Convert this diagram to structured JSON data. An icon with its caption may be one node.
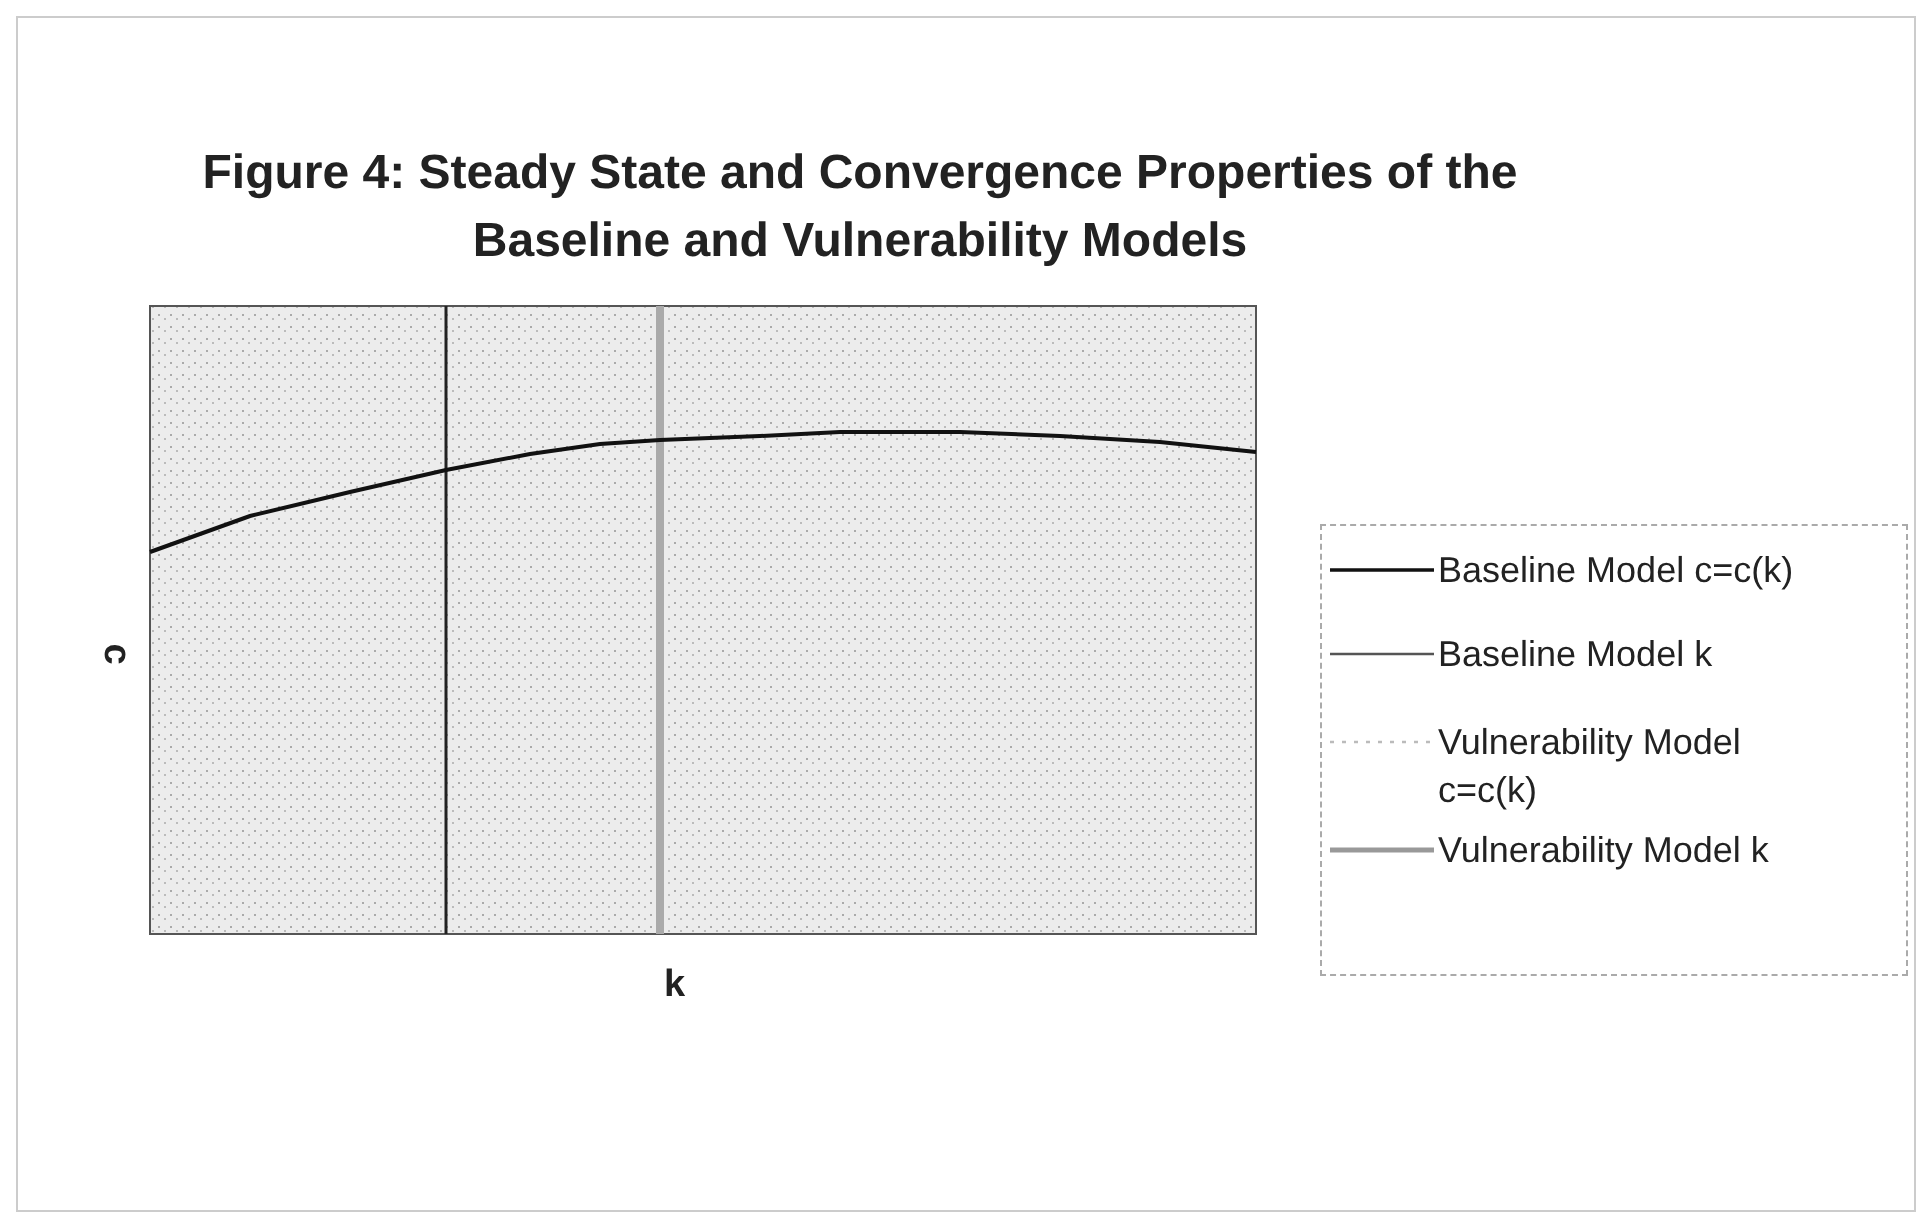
{
  "diagram": {
    "title": "Figure 4: Steady State and Convergence Properties of the Baseline and Vulnerability Models",
    "labels": [
      "c",
      "k"
    ],
    "legend": [
      {
        "text": "Baseline Model c=c(k)"
      },
      {
        "text": "Baseline Model k"
      },
      {
        "text": "Vulnerability Model c=c(k)"
      },
      {
        "text": "Vulnerability Model k"
      }
    ]
  }
}
